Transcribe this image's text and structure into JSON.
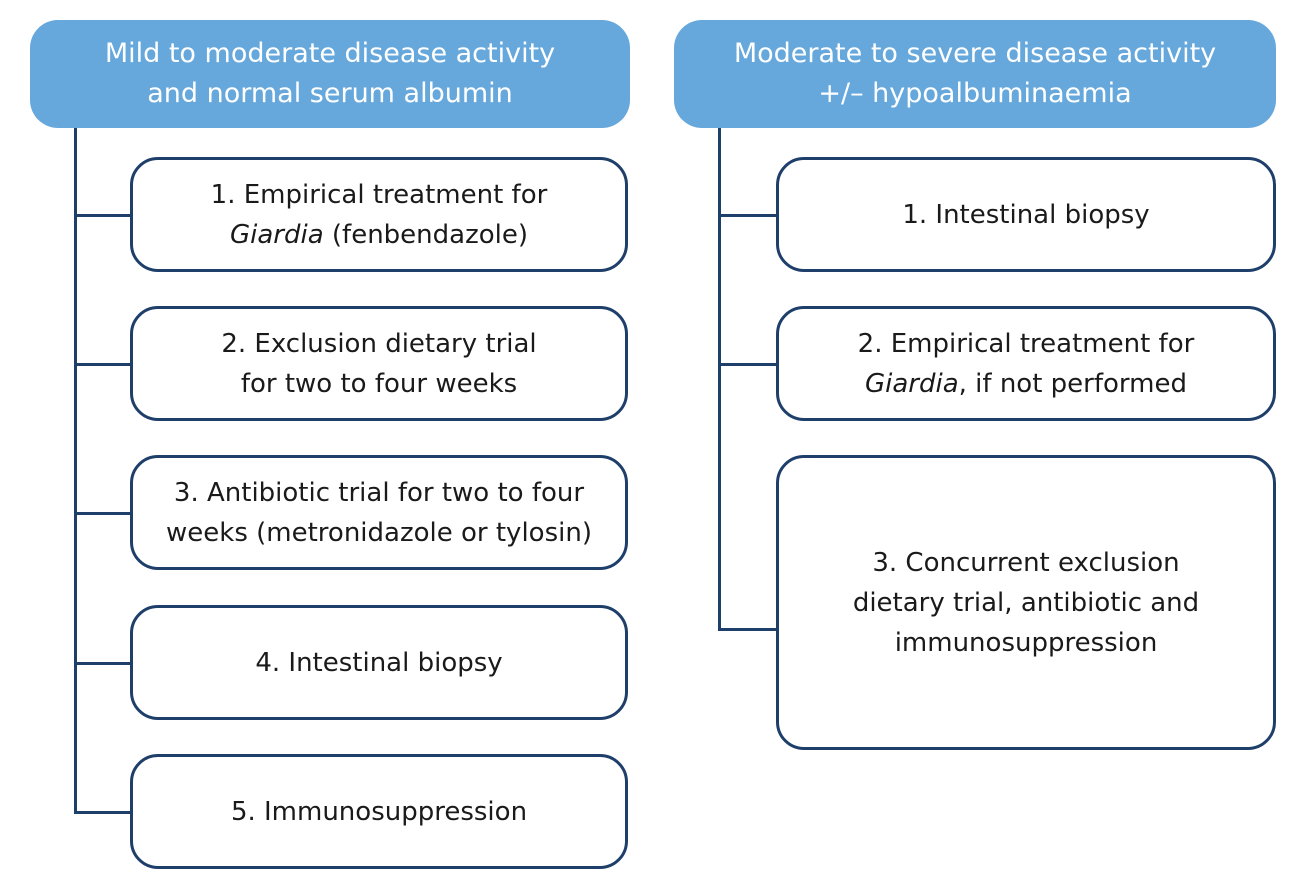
{
  "left": {
    "header": {
      "line1": "Mild to moderate disease activity",
      "line2": "and normal serum albumin"
    },
    "steps": [
      {
        "line1": "1. Empirical treatment for",
        "line2_italic": "Giardia",
        "line2_rest": " (fenbendazole)"
      },
      {
        "line1": "2. Exclusion dietary trial",
        "line2": "for two to four weeks"
      },
      {
        "line1": "3. Antibiotic trial for two to four",
        "line2": "weeks (metronidazole or tylosin)"
      },
      {
        "line1": "4. Intestinal biopsy"
      },
      {
        "line1": "5. Immunosuppression"
      }
    ]
  },
  "right": {
    "header": {
      "line1": "Moderate to severe disease activity",
      "line2": "+/– hypoalbuminaemia"
    },
    "steps": [
      {
        "line1": "1. Intestinal biopsy"
      },
      {
        "line1": "2. Empirical treatment for",
        "line2_italic": "Giardia",
        "line2_rest": ", if not performed"
      },
      {
        "line1": "3. Concurrent exclusion",
        "line2": "dietary trial, antibiotic and",
        "line3": "immunosuppression"
      }
    ]
  },
  "colors": {
    "header_fill": "#66a8dc",
    "box_border": "#1f3f6b",
    "connector": "#1f3f6b"
  }
}
